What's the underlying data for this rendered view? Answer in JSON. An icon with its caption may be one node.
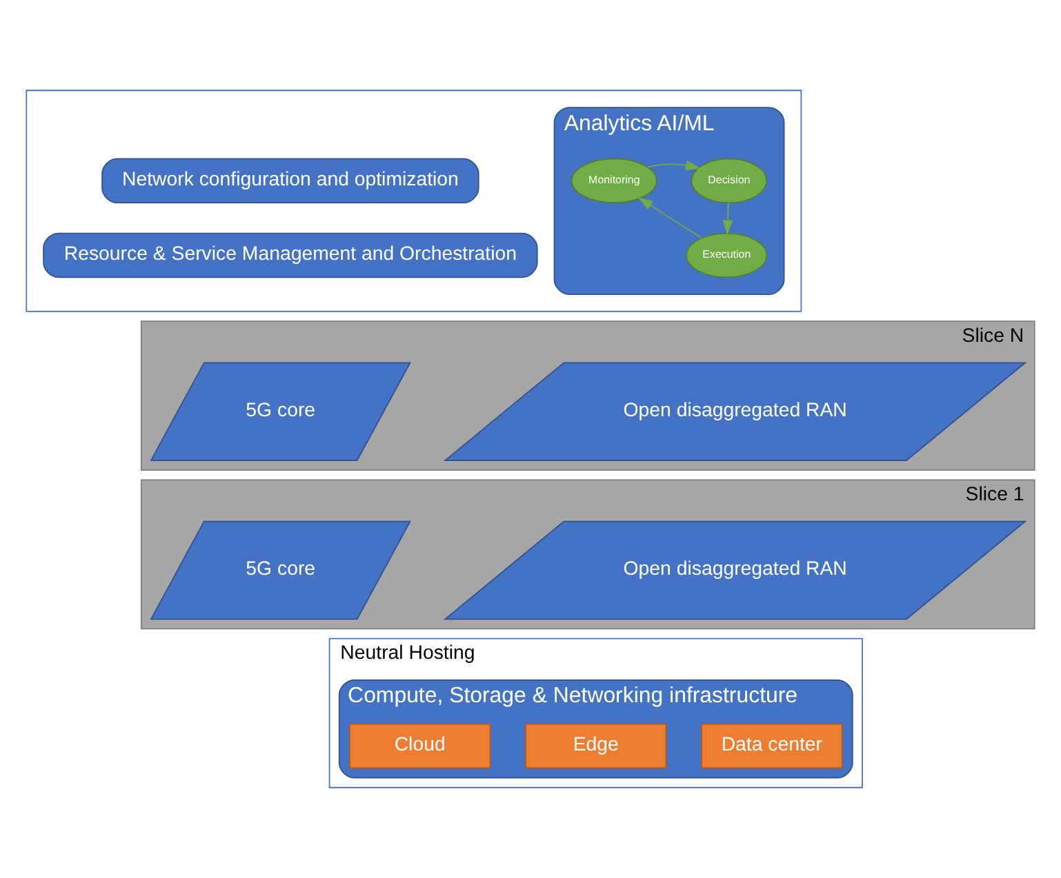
{
  "diagram": {
    "nodes": [
      {
        "text": [],
        "shape": "box"
      },
      {
        "text": [
          "Analytics AI/ML"
        ],
        "in": 0
      },
      {
        "text": [
          "Monitoring"
        ],
        "in": 1
      },
      {
        "text": [
          "Decision"
        ],
        "in": 1
      },
      {
        "text": [
          "Execution"
        ],
        "in": 1
      },
      {
        "text": [
          "Network configuration and optimization"
        ],
        "in": 0
      },
      {
        "text": [
          "Resource & Service Management and Orchestration"
        ],
        "in": 0
      },
      {
        "text": [
          "Slice N"
        ]
      },
      {
        "text": [
          "Open disaggregated RAN"
        ],
        "in": 7
      },
      {
        "text": [
          "5G core"
        ],
        "in": 7
      },
      {
        "text": [
          "Slice 1"
        ]
      },
      {
        "text": [
          "Open disaggregated RAN"
        ],
        "in": 10
      },
      {
        "text": [
          "5G core"
        ],
        "in": 10
      },
      {
        "text": [
          "Neutral Hosting"
        ]
      },
      {
        "text": [
          "Compute, Storage & Networking infrastructure"
        ],
        "in": 13
      },
      {
        "text": [
          "Edge"
        ],
        "in": 14
      },
      {
        "text": [
          "Data center"
        ],
        "in": 14
      },
      {
        "text": [
          "Cloud"
        ],
        "in": 14
      }
    ],
    "edges": [
      {
        "from": 2,
        "to": 3,
        "arrow": "to",
        "color": "#70ad47"
      },
      {
        "from": 3,
        "to": 4,
        "arrow": "to",
        "color": "#70ad47"
      },
      {
        "from": 4,
        "to": 2,
        "arrow": "to",
        "color": "#70ad47"
      }
    ]
  }
}
